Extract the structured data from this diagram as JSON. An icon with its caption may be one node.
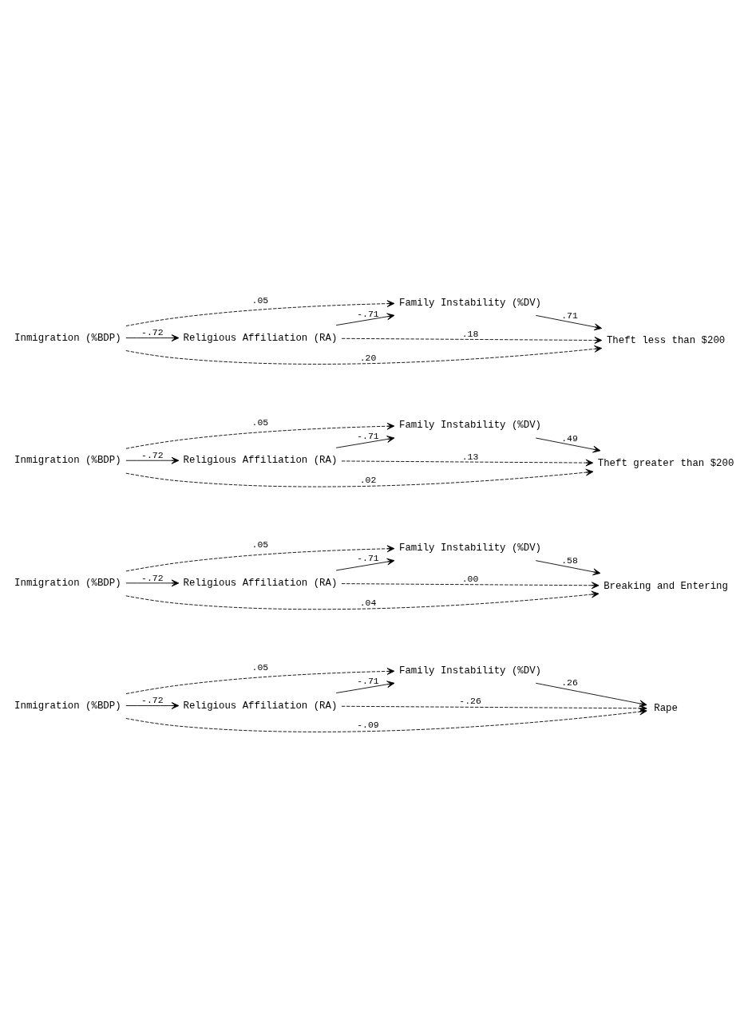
{
  "diagram": {
    "nodes": [
      {
        "text": [
          "Family Instability (%DV)"
        ]
      },
      {
        "text": [
          "Inmigration (%BDP)"
        ]
      },
      {
        "text": [
          "Religious Affiliation (RA)"
        ]
      },
      {
        "text": [
          "Rape"
        ]
      },
      {
        "text": [
          "Family Instability (%DV)"
        ]
      },
      {
        "text": [
          "Inmigration (%BDP)"
        ]
      },
      {
        "text": [
          "Religious Affiliation (RA)"
        ]
      },
      {
        "text": [
          "Breaking and Entering"
        ]
      },
      {
        "text": [
          "Family Instability (%DV)"
        ]
      },
      {
        "text": [
          "Inmigration (%BDP)"
        ]
      },
      {
        "text": [
          "Religious Affiliation (RA)"
        ]
      },
      {
        "text": [
          "Theft greater than $200"
        ]
      },
      {
        "text": [
          "Family Instability (%DV)"
        ]
      },
      {
        "text": [
          "Inmigration (%BDP)"
        ]
      },
      {
        "text": [
          "Religious Affiliation (RA)"
        ]
      },
      {
        "text": [
          "Theft less than $200"
        ]
      }
    ],
    "edges": [
      {
        "from": 1,
        "to": 0,
        "arrow": "to",
        "label": ".05",
        "style": "dashed"
      },
      {
        "from": 1,
        "to": 2,
        "arrow": "to",
        "label": "-.72"
      },
      {
        "from": 2,
        "to": 0,
        "arrow": "to",
        "label": "-.71"
      },
      {
        "from": 0,
        "to": 3,
        "arrow": "to",
        "label": ".26"
      },
      {
        "from": 1,
        "to": 3,
        "arrow": "to",
        "label": "-.09",
        "style": "dashed"
      },
      {
        "from": 2,
        "to": 3,
        "arrow": "to",
        "label": "-.26",
        "style": "dashed"
      },
      {
        "from": 5,
        "to": 4,
        "arrow": "to",
        "label": ".05",
        "style": "dashed"
      },
      {
        "from": 5,
        "to": 6,
        "arrow": "to",
        "label": "-.72"
      },
      {
        "from": 6,
        "to": 4,
        "arrow": "to",
        "label": "-.71"
      },
      {
        "from": 4,
        "to": 7,
        "arrow": "to",
        "label": ".58"
      },
      {
        "from": 5,
        "to": 7,
        "arrow": "to",
        "label": ".04",
        "style": "dashed"
      },
      {
        "from": 6,
        "to": 7,
        "arrow": "to",
        "label": ".00",
        "style": "dashed"
      },
      {
        "from": 9,
        "to": 8,
        "arrow": "to",
        "label": ".05",
        "style": "dashed"
      },
      {
        "from": 9,
        "to": 10,
        "arrow": "to",
        "label": "-.72"
      },
      {
        "from": 10,
        "to": 8,
        "arrow": "to",
        "label": "-.71"
      },
      {
        "from": 8,
        "to": 11,
        "arrow": "to",
        "label": ".49"
      },
      {
        "from": 9,
        "to": 11,
        "arrow": "to",
        "label": ".02",
        "style": "dashed"
      },
      {
        "from": 10,
        "to": 11,
        "arrow": "to",
        "label": ".13",
        "style": "dashed"
      },
      {
        "from": 13,
        "to": 12,
        "arrow": "to",
        "label": ".05",
        "style": "dashed"
      },
      {
        "from": 13,
        "to": 14,
        "arrow": "to",
        "label": "-.72"
      },
      {
        "from": 14,
        "to": 12,
        "arrow": "to",
        "label": "-.71"
      },
      {
        "from": 12,
        "to": 15,
        "arrow": "to",
        "label": ".71"
      },
      {
        "from": 13,
        "to": 15,
        "arrow": "to",
        "label": ".20",
        "style": "dashed"
      },
      {
        "from": 14,
        "to": 15,
        "arrow": "to",
        "label": ".18",
        "style": "dashed"
      }
    ]
  }
}
